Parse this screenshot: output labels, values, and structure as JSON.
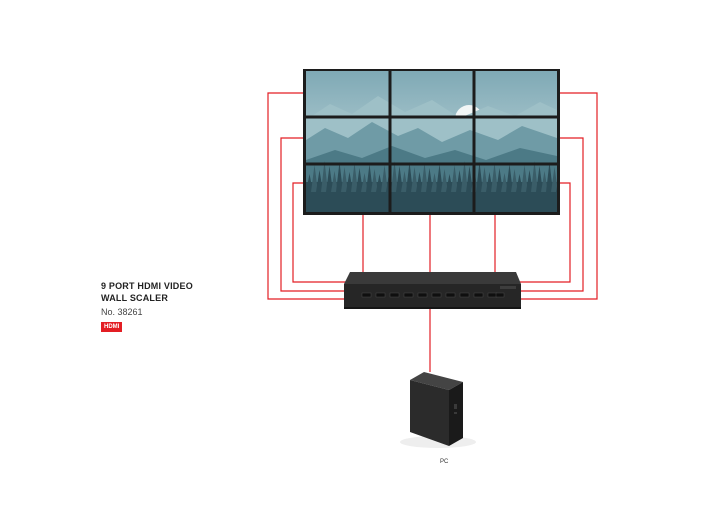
{
  "product": {
    "title_line1": "9 PORT HDMI VIDEO",
    "title_line2": "WALL SCALER",
    "number": "No. 38261",
    "badge": "HDMI"
  },
  "pc": {
    "label": "PC"
  },
  "video_wall": {
    "rows": 3,
    "columns": 3
  },
  "scaler": {
    "output_ports": 9,
    "input_ports": 1
  },
  "colors": {
    "cable": "#e31e24",
    "bezel": "#1c1c1c",
    "sky_top": "#7fa9b5",
    "sky_bottom": "#c9dde1",
    "mountain_far": "#8db3bd",
    "mountain_mid": "#5f8e9a",
    "forest": "#2c4c57",
    "device": "#2a2a2a"
  }
}
